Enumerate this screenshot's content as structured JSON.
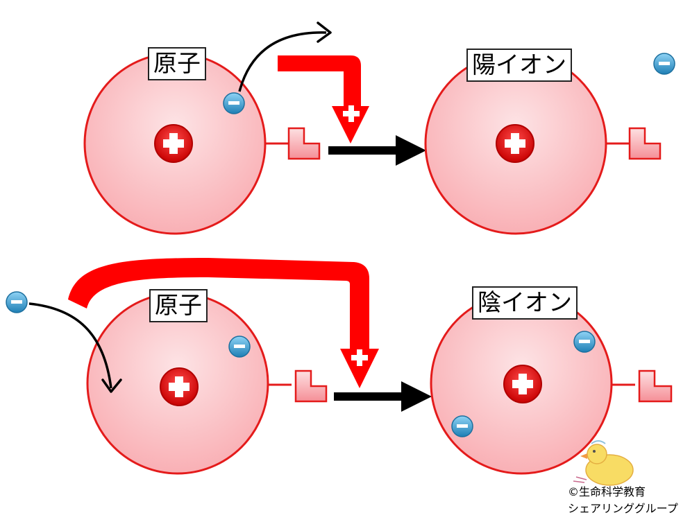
{
  "diagram": {
    "top_atom_label": "原子",
    "positive_ion_label": "陽イオン",
    "bottom_atom_label": "原子",
    "negative_ion_label": "陰イオン",
    "credit_line1": "©生命科学教育",
    "credit_line2": "シェアリンググループ"
  },
  "colors": {
    "atom_fill": "#f9b4b8",
    "atom_stroke": "#e41b1b",
    "arrow_red": "#ff0000",
    "arrow_black": "#000000",
    "electron_blue": "#3399cc"
  }
}
